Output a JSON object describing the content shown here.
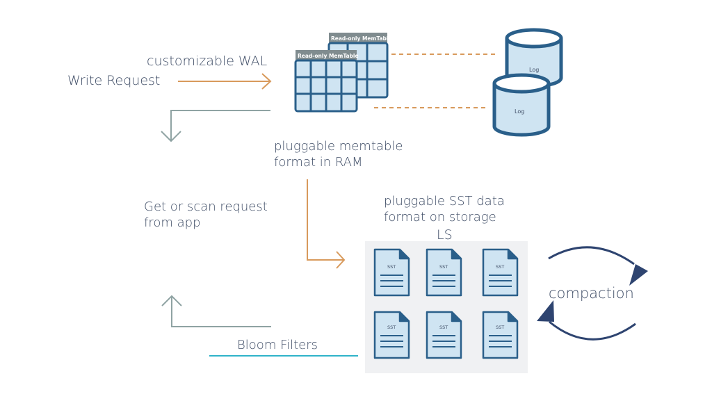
{
  "labels": {
    "wal": "customizable WAL",
    "write_request": "Write Request",
    "memtable_line1": "pluggable memtable",
    "memtable_line2": "format in RAM",
    "get_scan_line1": "Get or scan request",
    "get_scan_line2": "from app",
    "sst_line1": "pluggable SST data",
    "sst_line2": "format on storage",
    "ls": "LS",
    "compaction": "compaction",
    "bloom": "Bloom Filters"
  },
  "memtables": [
    "Read-only MemTable",
    "Read-only MemTable"
  ],
  "logs": [
    "Log",
    "Log"
  ],
  "sst_files": [
    "SST",
    "SST",
    "SST",
    "SST",
    "SST",
    "SST"
  ],
  "colors": {
    "primary": "#2a5f8a",
    "fill": "#cfe4f2",
    "orange": "#d89a5c",
    "gray_arrow": "#8fa3a3",
    "dark_arrow": "#2e4470",
    "teal": "#2fb3c9",
    "text": "#3f4d66"
  }
}
